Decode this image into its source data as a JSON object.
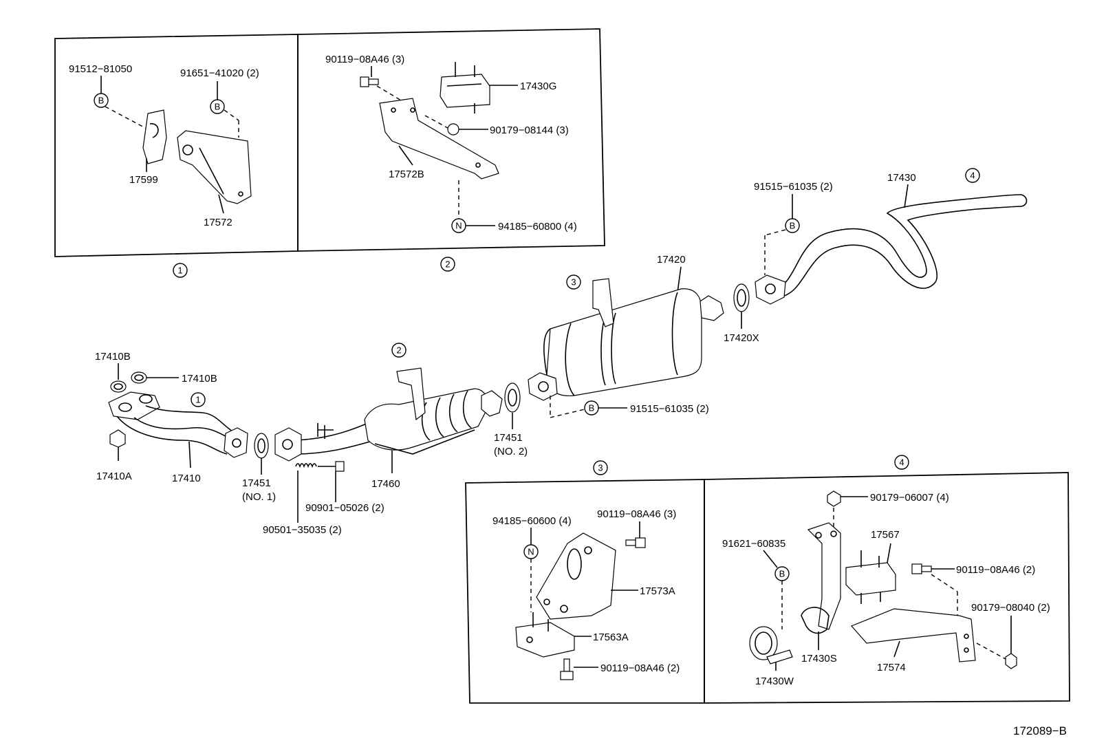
{
  "insets": {
    "inset1_marker": "1",
    "inset2_marker": "2",
    "inset3_marker": "3",
    "inset4_marker": "4"
  },
  "labels": {
    "p91512": "91512−81050",
    "p91651": "91651−41020 (2)",
    "p17599": "17599",
    "p17572": "17572",
    "p90119_a": "90119−08A46 (3)",
    "p17430G": "17430G",
    "p90179_08144": "90179−08144 (3)",
    "p17572B": "17572B",
    "p94185_60800": "94185−60800 (4)",
    "p91515_top": "91515−61035 (2)",
    "p17430": "17430",
    "p17420": "17420",
    "p17420X": "17420X",
    "p17410B_l": "17410B",
    "p17410B_r": "17410B",
    "p17410A": "17410A",
    "p17410": "17410",
    "p17451_1": "17451",
    "p17451_1b": "(NO. 1)",
    "p17451_2": "17451",
    "p17451_2b": "(NO. 2)",
    "p17460": "17460",
    "p90901": "90901−05026 (2)",
    "p90501": "90501−35035 (2)",
    "p91515_mid": "91515−61035 (2)",
    "p94185_60600": "94185−60600 (4)",
    "p90119_b": "90119−08A46 (3)",
    "p17573A": "17573A",
    "p17563A": "17563A",
    "p90119_c": "90119−08A46 (2)",
    "p90179_06007": "90179−06007 (4)",
    "p91621": "91621−60835",
    "p17567": "17567",
    "p90119_d": "90119−08A46 (2)",
    "p90179_08040": "90179−08040 (2)",
    "p17430S": "17430S",
    "p17574": "17574",
    "p17430W": "17430W",
    "drawing_no": "172089−B"
  },
  "markers": {
    "b": "B",
    "n": "N",
    "c1": "1",
    "c2": "2",
    "c3": "3",
    "c4": "4"
  }
}
